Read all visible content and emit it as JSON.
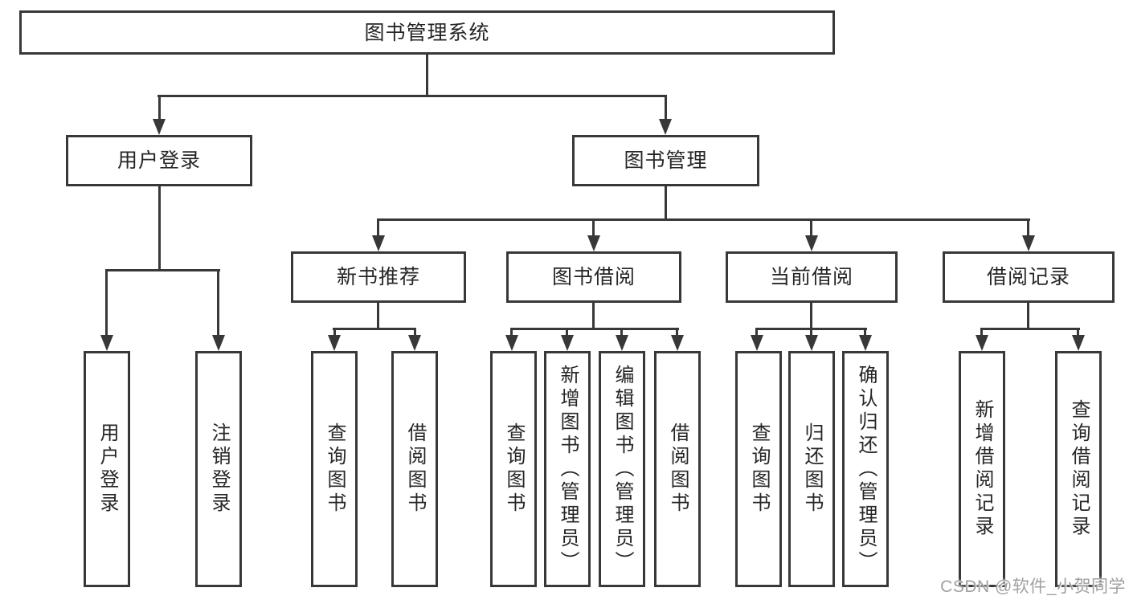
{
  "diagram": {
    "root": {
      "label": "图书管理系统"
    },
    "level2": [
      {
        "label": "用户登录",
        "parent": "图书管理系统"
      },
      {
        "label": "图书管理",
        "parent": "图书管理系统"
      }
    ],
    "level3": [
      {
        "label": "新书推荐",
        "parent": "图书管理"
      },
      {
        "label": "图书借阅",
        "parent": "图书管理"
      },
      {
        "label": "当前借阅",
        "parent": "图书管理"
      },
      {
        "label": "借阅记录",
        "parent": "图书管理"
      }
    ],
    "leaves": [
      {
        "label": "用户登录",
        "parent": "用户登录"
      },
      {
        "label": "注销登录",
        "parent": "用户登录"
      },
      {
        "label": "查询图书",
        "parent": "新书推荐"
      },
      {
        "label": "借阅图书",
        "parent": "新书推荐"
      },
      {
        "label": "查询图书",
        "parent": "图书借阅"
      },
      {
        "label": "新增图书（管理员）",
        "parent": "图书借阅"
      },
      {
        "label": "编辑图书（管理员）",
        "parent": "图书借阅"
      },
      {
        "label": "借阅图书",
        "parent": "图书借阅"
      },
      {
        "label": "查询图书",
        "parent": "当前借阅"
      },
      {
        "label": "归还图书",
        "parent": "当前借阅"
      },
      {
        "label": "确认归还（管理员）",
        "parent": "当前借阅"
      },
      {
        "label": "新增借阅记录",
        "parent": "借阅记录"
      },
      {
        "label": "查询借阅记录",
        "parent": "借阅记录"
      }
    ]
  },
  "watermark": {
    "text": "CSDN @软件_小贺同学"
  },
  "colors": {
    "line": "#383838",
    "text": "#262626",
    "background": "#ffffff",
    "watermark": "#a0a0a0"
  }
}
